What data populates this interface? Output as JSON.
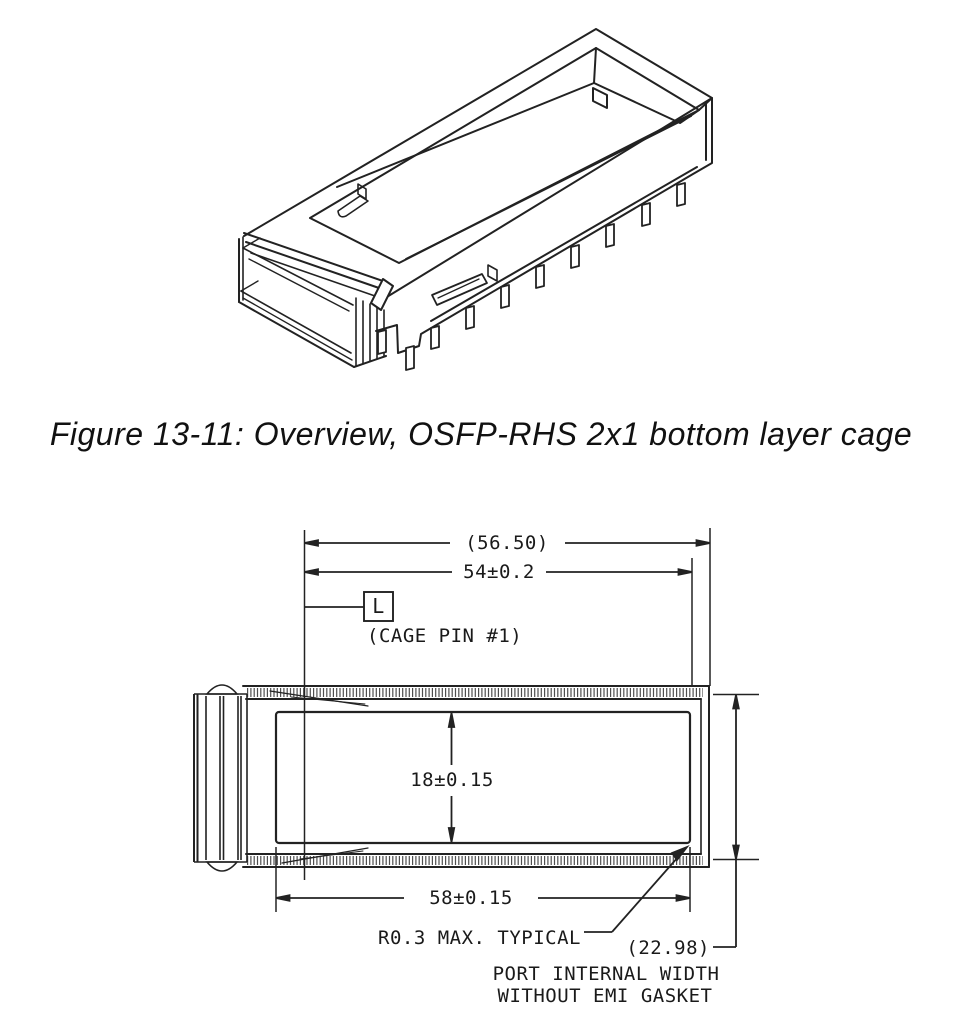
{
  "figure_caption": "Figure 13-11: Overview, OSFP-RHS 2x1 bottom layer cage",
  "plan_view": {
    "dims": {
      "overall_length_ref": "(56.50)",
      "length_to_pin": "54±0.2",
      "datum": "L",
      "datum_note": "(CAGE PIN #1)",
      "port_height": "18±0.15",
      "port_length": "58±0.15",
      "radius_note": "R0.3 MAX. TYPICAL",
      "port_width_ref": "(22.98)",
      "port_width_note1": "PORT INTERNAL WIDTH",
      "port_width_note2": "WITHOUT EMI GASKET"
    }
  },
  "colors": {
    "line": "#222222",
    "text": "#1a1a1a",
    "background": "#ffffff"
  }
}
